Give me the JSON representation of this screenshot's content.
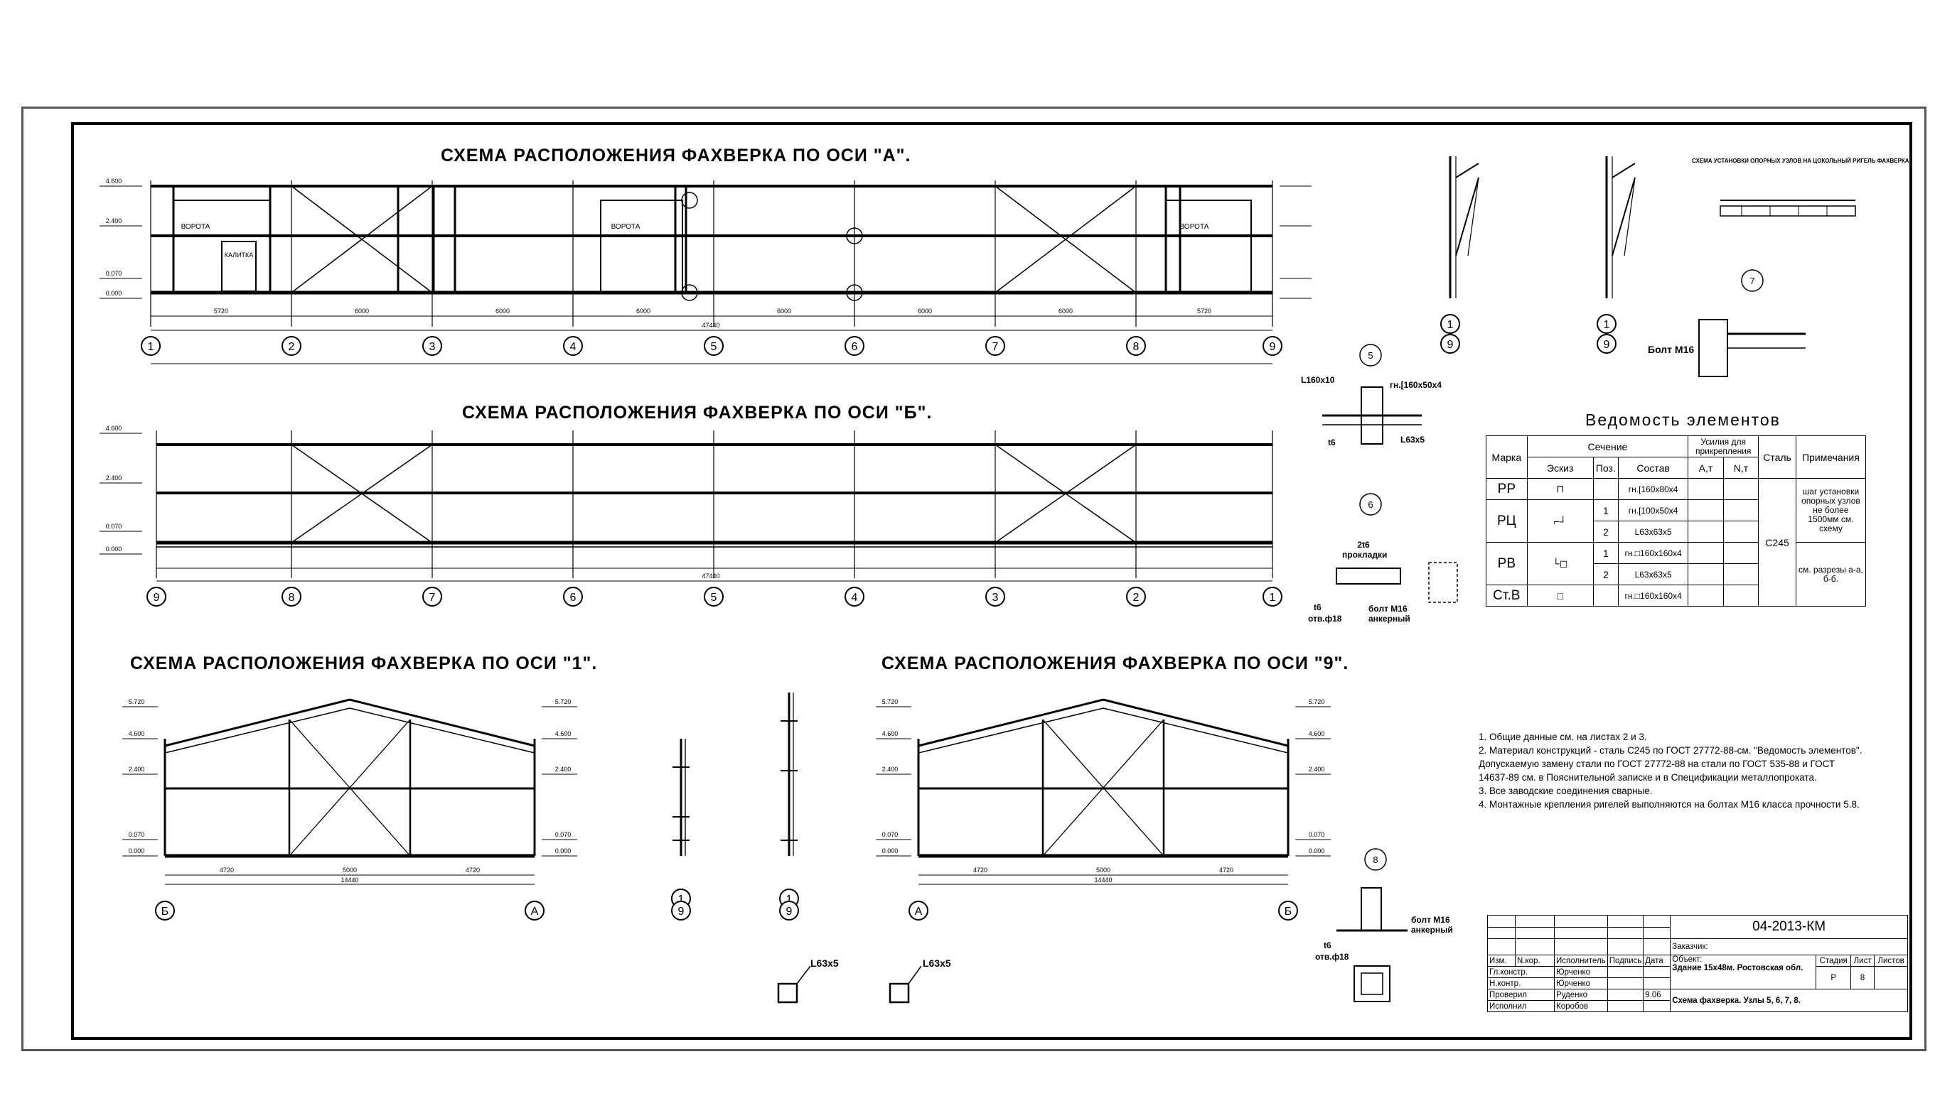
{
  "titles": {
    "axis_a": "СХЕМА РАСПОЛОЖЕНИЯ ФАХВЕРКА ПО ОСИ \"А\".",
    "axis_b": "СХЕМА РАСПОЛОЖЕНИЯ ФАХВЕРКА ПО ОСИ \"Б\".",
    "axis_1": "СХЕМА РАСПОЛОЖЕНИЯ ФАХВЕРКА ПО ОСИ \"1\".",
    "axis_9": "СХЕМА РАСПОЛОЖЕНИЯ ФАХВЕРКА ПО ОСИ \"9\".",
    "support_scheme": "СХЕМА УСТАНОВКИ ОПОРНЫХ УЗЛОВ НА ЦОКОЛЬНЫЙ РИГЕЛЬ ФАХВЕРКА"
  },
  "axes_a": [
    "1",
    "2",
    "3",
    "4",
    "5",
    "6",
    "7",
    "8",
    "9"
  ],
  "axes_b": [
    "9",
    "8",
    "7",
    "6",
    "5",
    "4",
    "3",
    "2",
    "1"
  ],
  "spans_a": [
    "5720",
    "6000",
    "6000",
    "6000",
    "6000",
    "6000",
    "6000",
    "5720"
  ],
  "total_length": "47440",
  "gate_label": "ВОРОТА",
  "wicket_label": "КАЛИТКА",
  "end_axes_1": [
    "Б",
    "А"
  ],
  "end_axes_9": [
    "А",
    "Б"
  ],
  "end_spans": [
    "4720",
    "5000",
    "4720"
  ],
  "end_total": "14440",
  "elevations": [
    "4.600",
    "2.400",
    "0.070",
    "0.000",
    "5.720"
  ],
  "members": {
    "pp": "РР",
    "pc": "РЦ",
    "pb": "РВ",
    "stv": "Ст.В"
  },
  "details": {
    "bolt": "Болт М16",
    "anchor_bolt": "болт М16 анкерный",
    "angle": "L63x5",
    "angle_big": "L160x10",
    "channel": "гн.[160x50x4",
    "plate": "t6",
    "plates2": "2t6 прокладки",
    "hole": "отв.ф18",
    "node_nums": [
      "5",
      "6",
      "7",
      "8"
    ]
  },
  "vedomost": {
    "title": "Ведомость элементов",
    "h_marka": "Марка",
    "h_section": "Сечение",
    "h_forces": "Усилия для прикрепления",
    "h_steel": "Сталь",
    "h_note": "Примечания",
    "h_sketch": "Эскиз",
    "h_pos": "Поз.",
    "h_sostav": "Состав",
    "h_at": "А,т",
    "h_nt": "N,т",
    "rows": [
      {
        "marka": "РР",
        "pos": "",
        "sostav": "гн.[160x80x4"
      },
      {
        "marka": "РЦ",
        "pos": "1",
        "sostav": "гн.[100x50x4"
      },
      {
        "marka": "",
        "pos": "2",
        "sostav": "L63x63x5"
      },
      {
        "marka": "РВ",
        "pos": "1",
        "sostav": "гн.□160x160x4"
      },
      {
        "marka": "",
        "pos": "2",
        "sostav": "L63x63x5"
      },
      {
        "marka": "Ст.В",
        "pos": "",
        "sostav": "гн.□160x160x4"
      }
    ],
    "steel": "С245",
    "note1": "шаг установки опорных узлов не более 1500мм см. схему",
    "note2": "см. разрезы а-а, б-б."
  },
  "notes": [
    "1. Общие данные см. на листах 2 и 3.",
    "2. Материал конструкций - сталь С245 по ГОСТ 27772-88-см. \"Ведомость элементов\". Допускаемую замену стали по ГОСТ 27772-88 на стали по ГОСТ 535-88 и ГОСТ 14637-89 см. в Пояснительной записке и в Спецификации металлопроката.",
    "3. Все заводские соединения сварные.",
    "4. Монтажные крепления ригелей выполняются на болтах М16 класса прочности 5.8."
  ],
  "stamp": {
    "code": "04-2013-КМ",
    "customer": "Заказчик:",
    "object_label": "Объект:",
    "object": "Здание 15x48м. Ростовская обл.",
    "h_izm": "Изм.",
    "h_nkor": "N.кор.",
    "h_isp": "Исполнитель",
    "h_podp": "Подпись",
    "h_data": "Дата",
    "rows": [
      {
        "role": "Гл.констр.",
        "name": "Юрченко",
        "date": ""
      },
      {
        "role": "Н.контр.",
        "name": "Юрченко",
        "date": ""
      },
      {
        "role": "Проверил",
        "name": "Руденко",
        "date": "9.06"
      },
      {
        "role": "Исполнил",
        "name": "Коробов",
        "date": ""
      }
    ],
    "sheet_title": "Схема фахверка. Узлы 5, 6, 7, 8.",
    "h_stage": "Стадия",
    "h_sheet": "Лист",
    "h_sheets": "Листов",
    "stage": "Р",
    "sheet": "8",
    "sheets": ""
  }
}
